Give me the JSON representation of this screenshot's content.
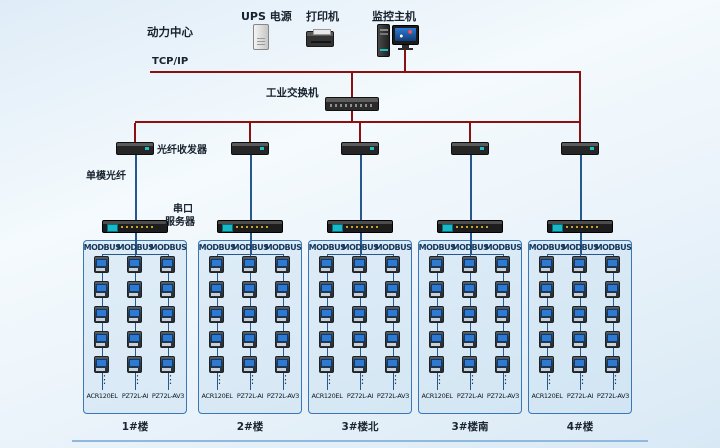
{
  "header": {
    "center_label": "动力中心",
    "devices": [
      {
        "label": "UPS 电源"
      },
      {
        "label": "打印机"
      },
      {
        "label": "监控主机"
      }
    ]
  },
  "network": {
    "backbone_label": "TCP/IP",
    "switch_label": "工业交换机",
    "fiber_transceiver_label": "光纤收发器",
    "single_mode_fiber_label": "单模光纤",
    "serial_server_label_line1": "串口",
    "serial_server_label_line2": "服务器"
  },
  "bus_label": "MODBUS",
  "meter_column_labels": [
    "ACR120EL",
    "PZ72L-AI",
    "PZ72L-AV3"
  ],
  "branches": [
    {
      "building": "1#楼"
    },
    {
      "building": "2#楼"
    },
    {
      "building": "3#楼北"
    },
    {
      "building": "3#楼南"
    },
    {
      "building": "4#楼"
    }
  ],
  "colors": {
    "backbone_line": "#8b1111",
    "branch_line": "#24588f",
    "box_border": "#3c77b5"
  }
}
